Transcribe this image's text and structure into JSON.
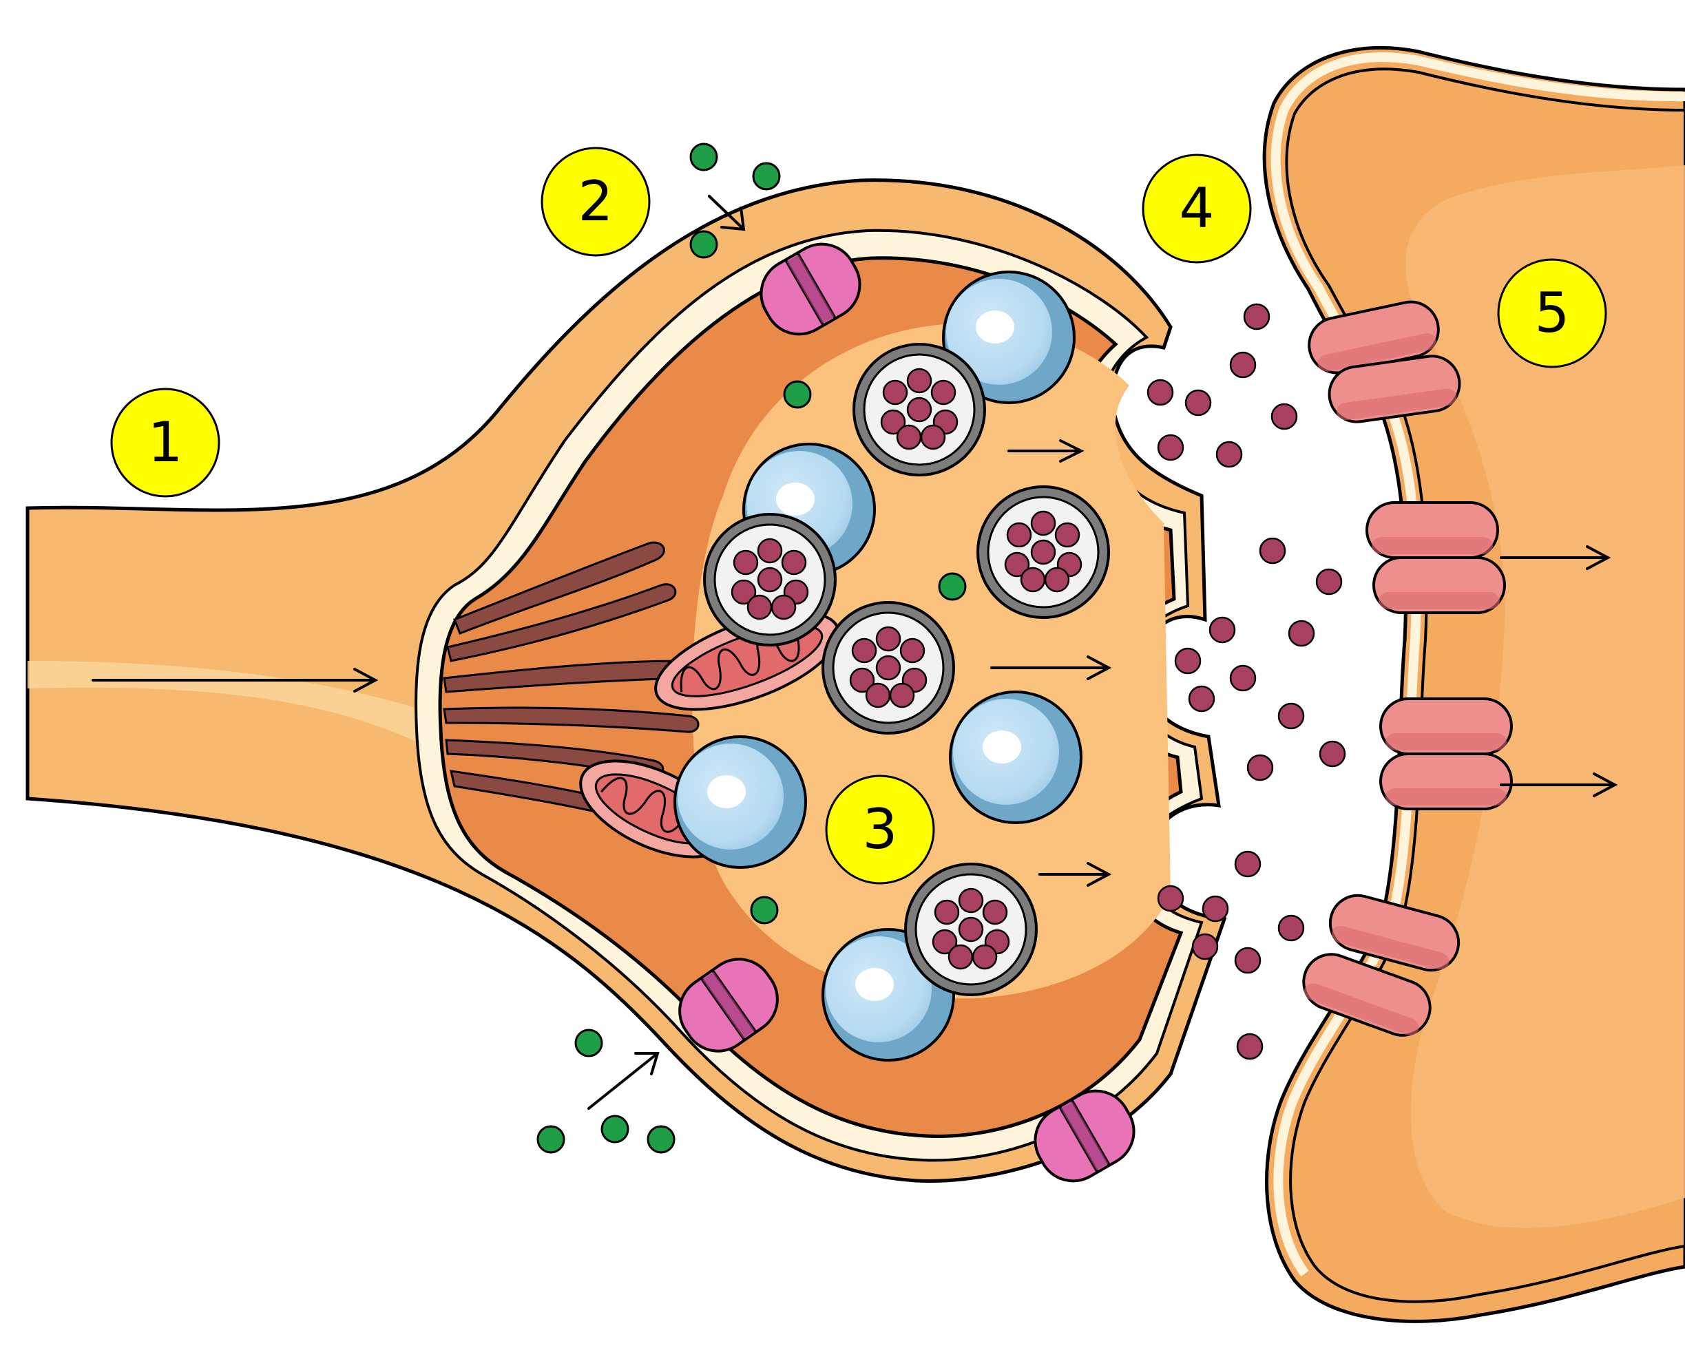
{
  "labels": [
    {
      "id": "step-1",
      "text": "1"
    },
    {
      "id": "step-2",
      "text": "2"
    },
    {
      "id": "step-3",
      "text": "3"
    },
    {
      "id": "step-4",
      "text": "4"
    },
    {
      "id": "step-5",
      "text": "5"
    }
  ],
  "colors": {
    "label_fill": "#ffff00",
    "axon_light": "#fccb87",
    "axon": "#f7b86b",
    "terminal_outer": "#f5a95a",
    "cytoplasm_dark": "#ea8a48",
    "cytoplasm_light": "#fbc27d",
    "membrane": "#fff4dc",
    "postsynaptic": "#f5ab5f",
    "empty_vesicle": "#b8dcf2",
    "empty_vesicle_shade": "#6ea7c8",
    "full_vesicle_ring": "#9a9a9a",
    "neurotransmitter": "#a8415f",
    "calcium_ion": "#1e9e47",
    "calcium_channel": "#e873b7",
    "receptor": "#ef8f8d",
    "mitochondrion": "#e26a6a",
    "microtubule": "#8a4a42"
  }
}
